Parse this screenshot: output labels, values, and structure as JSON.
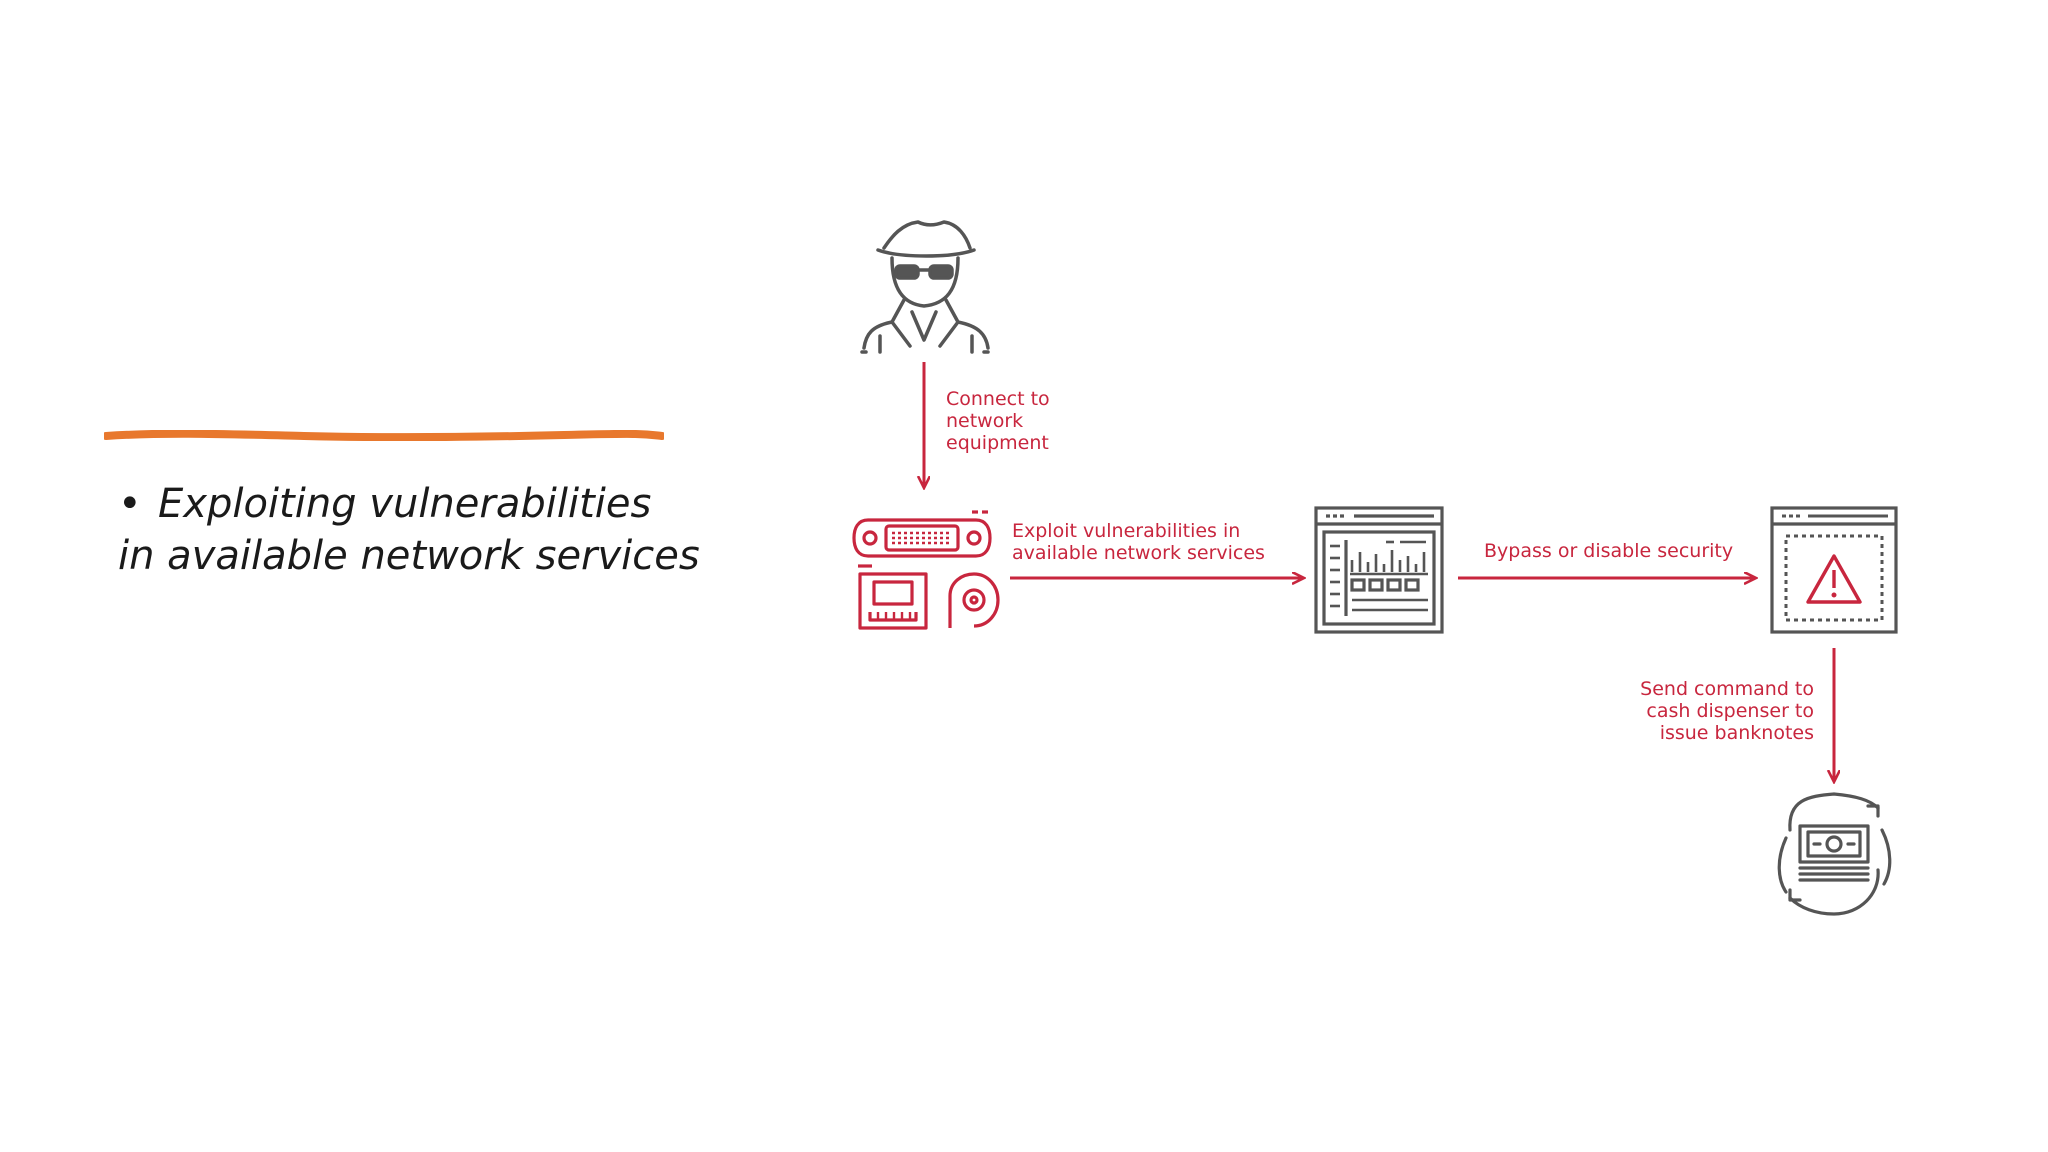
{
  "bullet": {
    "symbol": "•",
    "line1": "Exploiting vulnerabilities",
    "line2": "in available network services"
  },
  "diagram": {
    "labels": {
      "connect": "Connect to\nnetwork\nequipment",
      "exploit": "Exploit vulnerabilities in\navailable network services",
      "bypass": "Bypass or disable security",
      "send": "Send command to\ncash dispenser to\nissue banknotes"
    },
    "icons": [
      "hacker-icon",
      "network-ports-icon",
      "dashboard-window-icon",
      "warning-window-icon",
      "cash-cycle-icon"
    ]
  },
  "colors": {
    "accent_line": "#e8782d",
    "flow_red": "#c8263e",
    "icon_gray": "#555555",
    "text_dark": "#1a1a1a"
  }
}
